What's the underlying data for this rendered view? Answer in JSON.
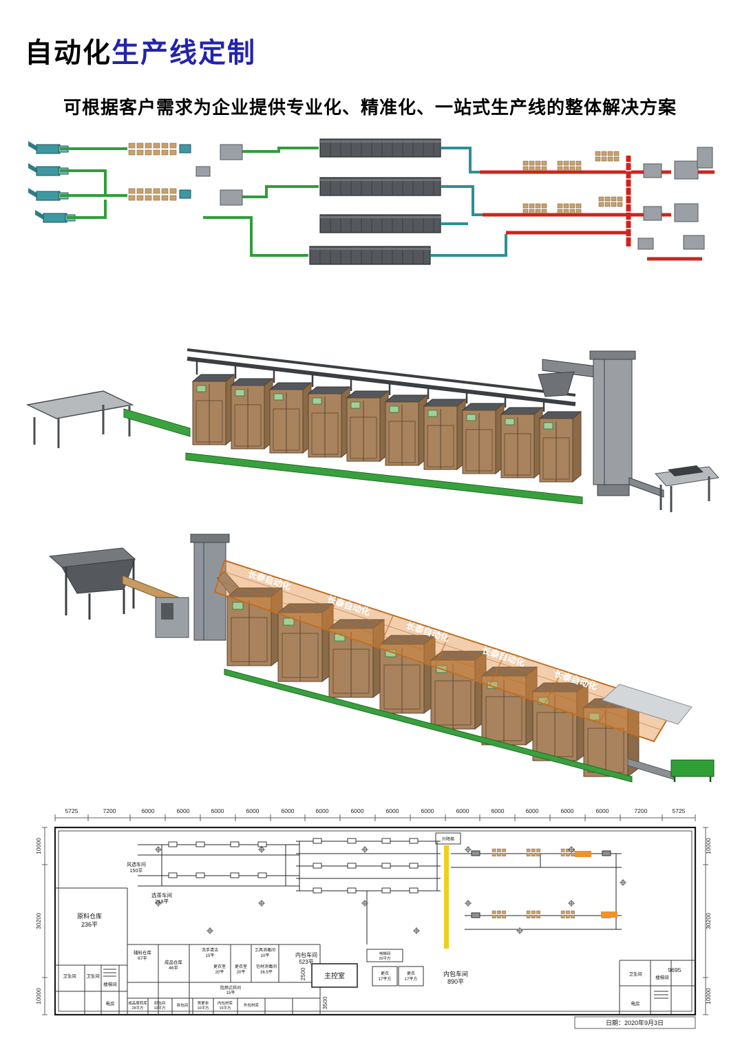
{
  "header": {
    "title_black": "自动化",
    "title_blue": "生产线定制",
    "subtitle": "可根据客户需求为企业提供专业化、精准化、一站式生产线的整体解决方案"
  },
  "illustrations": {
    "canopy_label": "长泰自动化"
  },
  "colors": {
    "title_blue": "#2323ad",
    "conveyor_green": "#38a03d",
    "conveyor_red": "#cf241c",
    "machine_teal": "#3e98a0",
    "cabinet_brown": "#a9835d",
    "canopy_orange": "#e08a3c",
    "highlight_yellow": "#f1ce1d"
  },
  "floorplan": {
    "date_label": "日期：2020年9月3日",
    "top_dims": [
      "5725",
      "7200",
      "6000",
      "6000",
      "6000",
      "6000",
      "6000",
      "6000",
      "6000",
      "6000",
      "6000",
      "6000",
      "6000",
      "6000",
      "6000",
      "6000",
      "7200",
      "5725"
    ],
    "left_dims": [
      "10000",
      "30200",
      "10000"
    ],
    "right_dims": [
      "10000",
      "30200",
      "10000"
    ],
    "extra_dims": {
      "d9695": "9695",
      "d2500": "2500",
      "d3500": "3500"
    },
    "rooms": {
      "fengxuan": {
        "name": "风选车间",
        "area": "150平"
      },
      "xuancha": {
        "name": "选茶车间",
        "area": "218平"
      },
      "yuanliao": {
        "name": "原料仓库",
        "area": "236平"
      },
      "fuliao": {
        "name": "辅料仓库",
        "area": "67平"
      },
      "chengpin": {
        "name": "成品仓库",
        "area": "46平"
      },
      "xishou": {
        "name": "洗手清洁",
        "area": "15平"
      },
      "gongju": {
        "name": "工具消毒间",
        "area": "10平"
      },
      "gengyi1": {
        "name": "更衣室",
        "area": "20平"
      },
      "gengyi2": {
        "name": "更衣室",
        "area": "20平"
      },
      "baocai": {
        "name": "包材消毒间",
        "area": "36.5平"
      },
      "zunan": {
        "name": "阻燃式样间",
        "area": "15平"
      },
      "neibao1": {
        "name": "内包车间",
        "area": "523平"
      },
      "zhukong": {
        "name": "主控室"
      },
      "dianti": {
        "name": "电梯间",
        "area": "20平方"
      },
      "gengyi3": {
        "name": "更衣",
        "area": "17平方"
      },
      "gengyi4": {
        "name": "更衣",
        "area": "17平方"
      },
      "neibao2": {
        "name": "内包车间",
        "area": "890平"
      },
      "shengjiangti": {
        "name": "升降梯"
      },
      "wc1": {
        "name": "卫生间"
      },
      "wc2": {
        "name": "卫生间"
      },
      "louti1": {
        "name": "楼梯间"
      },
      "dianfang1": {
        "name": "电房"
      },
      "zhouzhuan": {
        "name": "成品周转库",
        "area": "28平方"
      },
      "fengbao": {
        "name": "封包间",
        "area": "10平方"
      },
      "chaibao": {
        "name": "拆包间"
      },
      "nangengyi": {
        "name": "男更衣",
        "area": "10平方"
      },
      "neibaocai": {
        "name": "内包材库",
        "area": "15平方"
      },
      "waibaocai": {
        "name": "外包材库"
      },
      "wc3": {
        "name": "卫生间"
      },
      "dianfang2": {
        "name": "电房"
      },
      "louti2": {
        "name": "楼梯间"
      }
    }
  }
}
